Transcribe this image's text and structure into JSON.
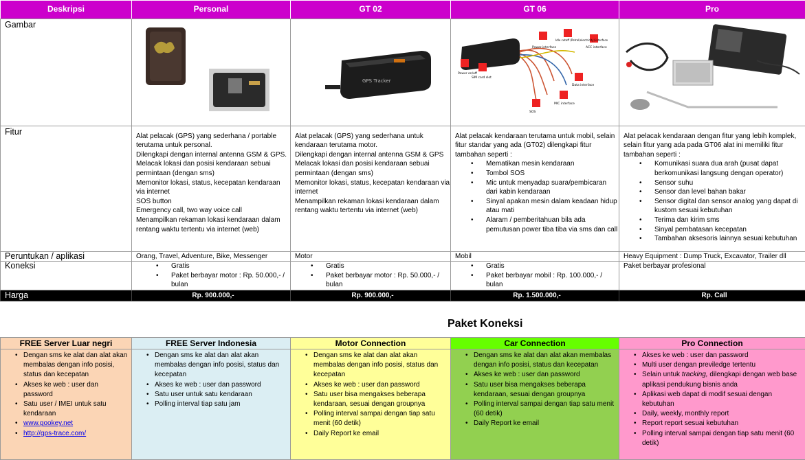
{
  "columns": [
    "Deskripsi",
    "Personal",
    "GT 02",
    "GT 06",
    "Pro"
  ],
  "rows": {
    "gambar": "Gambar",
    "fitur": "Fitur",
    "peruntukan": "Peruntukan / aplikasi",
    "koneksi": "Koneksi",
    "harga": "Harga"
  },
  "gt06_labels": [
    "Power interface",
    "Idle cutoff (Petrol/electricity) interface",
    "ACC interface",
    "Power on/off",
    "SIM card slot",
    "Data interface",
    "SOS",
    "MIC interface"
  ],
  "fitur": {
    "personal": [
      "Alat pelacak (GPS) yang sederhana / portable terutama untuk personal.",
      "Dilengkapi dengan internal antenna GSM & GPS. Melacak lokasi dan posisi kendaraan sebuai permintaan (dengan sms)",
      "Memonitor lokasi, status, kecepatan kendaraan via internet",
      "SOS button",
      "Emergency call, two way voice call",
      "Menampilkan rekaman lokasi kendaraan dalam rentang waktu tertentu via internet (web)"
    ],
    "gt02": [
      "Alat pelacak (GPS) yang sederhana untuk kendaraan terutama motor.",
      "Dilengkapi dengan internal antenna GSM & GPS Melacak lokasi dan posisi kendaraan sebuai permintaan (dengan sms)",
      "Memonitor lokasi, status, kecepatan kendaraan via internet",
      "Menampilkan rekaman lokasi kendaraan dalam rentang waktu tertentu via internet (web)"
    ],
    "gt06_intro": "Alat pelacak kendaraan terutama untuk mobil, selain fitur standar yang ada (GT02) dilengkapi fitur tambahan seperti :",
    "gt06_items": [
      "Mematikan mesin kendaraan",
      "Tombol SOS",
      "Mic untuk menyadap suara/pembicaran dari kabin kendaraan",
      "Sinyal apakan mesin dalam keadaan hidup atau mati",
      "Alaram / pemberitahuan bila ada pemutusan power tiba tiba via sms dan call"
    ],
    "pro_intro": "Alat pelacak kendaraan dengan fitur yang lebih komplek, selain fitur yang ada pada GT06 alat ini memiliki fitur tambahan seperti :",
    "pro_items": [
      "Komunikasi suara dua arah (pusat dapat berkomunikasi langsung dengan operator)",
      "Sensor suhu",
      "Sensor dan level bahan bakar",
      "Sensor digital dan sensor analog yang dapat di kustom sesuai kebutuhan",
      "Terima dan kirim sms",
      "Sinyal pembatasan kecepatan",
      "Tambahan aksesoris lainnya sesuai kebutuhan"
    ]
  },
  "peruntukan": [
    "Orang, Travel, Adventure, Bike, Messenger",
    "Motor",
    "Mobil",
    "Heavy Equipment : Dump Truck, Excavator, Trailer dll"
  ],
  "koneksi": {
    "personal": [
      "Gratis",
      "Paket berbayar motor : Rp. 50.000,- / bulan"
    ],
    "gt02": [
      "Gratis",
      "Paket berbayar motor : Rp. 50.000,- / bulan"
    ],
    "gt06": [
      "Gratis",
      "Paket berbayar mobil : Rp. 100.000,- / bulan"
    ],
    "pro": "Paket berbayar profesional"
  },
  "harga": [
    "Rp. 900.000,-",
    "Rp. 900.000,-",
    "Rp. 1.500.000,-",
    "Rp. Call"
  ],
  "paket_title": "Paket Koneksi",
  "paket": [
    {
      "name": "FREE Server Luar negri",
      "items": [
        "Dengan sms ke alat dan alat akan membalas dengan info posisi, status dan kecepatan",
        "Akses ke web : user dan password",
        "Satu user / IMEI untuk satu kendaraan"
      ],
      "links": [
        "www.gookey.net",
        "http://gps-trace.com/"
      ]
    },
    {
      "name": "FREE Server Indonesia",
      "items": [
        "Dengan sms ke alat dan alat akan membalas dengan info posisi, status dan kecepatan",
        "Akses ke web : user dan password",
        "Satu user untuk satu kendaraan",
        "Polling interval tiap satu jam"
      ]
    },
    {
      "name": "Motor Connection",
      "items": [
        "Dengan sms ke alat dan alat akan membalas dengan info posisi, status dan kecepatan",
        "Akses ke web : user dan password",
        "Satu user bisa mengakses beberapa kendaraan, sesuai dengan groupnya",
        "Polling interval sampai dengan tiap satu menit (60 detik)",
        "Daily Report ke email"
      ]
    },
    {
      "name": "Car Connection",
      "items": [
        "Dengan sms ke alat dan alat akan membalas dengan info posisi, status dan kecepatan",
        "Akses ke web : user dan password",
        "Satu user bisa mengakses beberapa kendaraan, sesuai dengan groupnya",
        "Polling interval sampai dengan tiap satu menit (60 detik)",
        "Daily Report ke email"
      ]
    },
    {
      "name": "Pro Connection",
      "items": [
        "Akses ke web : user dan password",
        "Multi user dengan previledge tertentu"
      ],
      "pro_item3_a": "Selain untuk ",
      "pro_item3_b": "tracking,",
      "pro_item3_c": " dilengkapi dengan web base aplikasi pendukung bisnis anda",
      "items2": [
        "Aplikasi web dapat di modif sesuai dengan kebutuhan",
        "Daily, weekly, monthly report",
        "Report report sesuai kebutuhan",
        "Polling interval sampai dengan tiap satu menit (60 detik)"
      ]
    }
  ],
  "colors": {
    "header": "#cc00cc",
    "price_bar": "#000000"
  }
}
